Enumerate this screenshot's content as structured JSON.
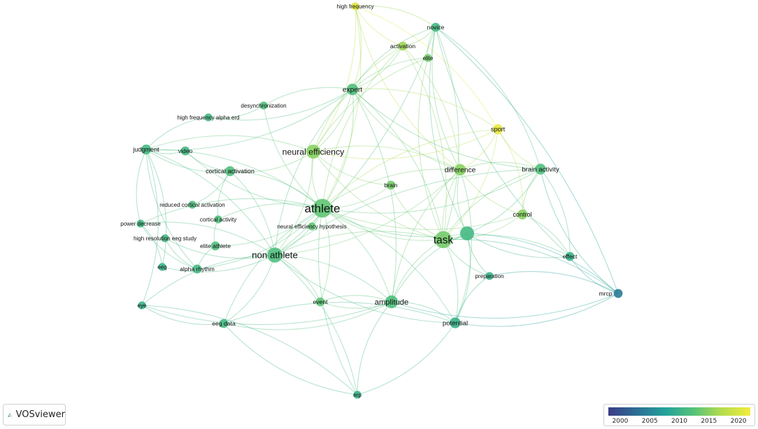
{
  "app": {
    "name": "VOSviewer"
  },
  "nodes": [
    {
      "id": "high-frequency",
      "label": "high frequency",
      "year": 2020.5,
      "weight": 1
    },
    {
      "id": "novice",
      "label": "novice",
      "year": 2011,
      "weight": 1.5
    },
    {
      "id": "activation",
      "label": "activation",
      "year": 2016,
      "weight": 1.5
    },
    {
      "id": "elite",
      "label": "elite",
      "year": 2014,
      "weight": 1
    },
    {
      "id": "expert",
      "label": "expert",
      "year": 2012,
      "weight": 3
    },
    {
      "id": "desynchronization",
      "label": "desynchronization",
      "year": 2012,
      "weight": 1
    },
    {
      "id": "high-frequency-alpha-erd",
      "label": "high frequency alpha erd",
      "year": 2011,
      "weight": 1
    },
    {
      "id": "sport",
      "label": "sport",
      "year": 2021,
      "weight": 2
    },
    {
      "id": "judgment",
      "label": "judgment",
      "year": 2011,
      "weight": 2
    },
    {
      "id": "video",
      "label": "video",
      "year": 2011,
      "weight": 1.5
    },
    {
      "id": "neural-efficiency",
      "label": "neural efficiency",
      "year": 2015,
      "weight": 5
    },
    {
      "id": "difference",
      "label": "difference",
      "year": 2015,
      "weight": 3
    },
    {
      "id": "brain-activity",
      "label": "brain activity",
      "year": 2012,
      "weight": 2.5
    },
    {
      "id": "cortical-activation",
      "label": "cortical activation",
      "year": 2012,
      "weight": 2
    },
    {
      "id": "brain",
      "label": "brain",
      "year": 2014,
      "weight": 1.5
    },
    {
      "id": "athlete",
      "label": "athlete",
      "year": 2013,
      "weight": 10
    },
    {
      "id": "reduced-cortical-activation",
      "label": "reduced cortical activation",
      "year": 2012,
      "weight": 1
    },
    {
      "id": "control",
      "label": "control",
      "year": 2015,
      "weight": 2
    },
    {
      "id": "power-decrease",
      "label": "power decrease",
      "year": 2011,
      "weight": 1
    },
    {
      "id": "cortical-activity",
      "label": "cortical activity",
      "year": 2012,
      "weight": 1
    },
    {
      "id": "neural-efficiency-hypothesis",
      "label": "neural efficiency hypothesis",
      "year": 2013,
      "weight": 1
    },
    {
      "id": "task",
      "label": "task",
      "year": 2014,
      "weight": 8
    },
    {
      "id": "task-hub",
      "label": "",
      "year": 2011,
      "weight": 5
    },
    {
      "id": "high-resolution-eeg-study",
      "label": "high resolution eeg study",
      "year": 2011,
      "weight": 1
    },
    {
      "id": "elite-athlete",
      "label": "elite athlete",
      "year": 2012,
      "weight": 1.5
    },
    {
      "id": "non-athlete",
      "label": "non athlete",
      "year": 2012,
      "weight": 6
    },
    {
      "id": "eeg",
      "label": "eeg",
      "year": 2010,
      "weight": 1
    },
    {
      "id": "alpha-rhythm",
      "label": "alpha rhythm",
      "year": 2011,
      "weight": 1.5
    },
    {
      "id": "effect",
      "label": "effect",
      "year": 2010,
      "weight": 1.5
    },
    {
      "id": "preparation",
      "label": "preparation",
      "year": 2010,
      "weight": 1
    },
    {
      "id": "mrcp",
      "label": "mrcp",
      "year": 2004,
      "weight": 1.5
    },
    {
      "id": "eye",
      "label": "eye",
      "year": 2010,
      "weight": 1
    },
    {
      "id": "event",
      "label": "event",
      "year": 2013,
      "weight": 1.5
    },
    {
      "id": "amplitude",
      "label": "amplitude",
      "year": 2012,
      "weight": 4
    },
    {
      "id": "eeg-data",
      "label": "eeg data",
      "year": 2011,
      "weight": 1.5
    },
    {
      "id": "potential",
      "label": "potential",
      "year": 2010,
      "weight": 2.5
    },
    {
      "id": "erp",
      "label": "erp",
      "year": 2010,
      "weight": 1
    }
  ],
  "links": [
    [
      "athlete",
      "non-athlete"
    ],
    [
      "athlete",
      "task"
    ],
    [
      "athlete",
      "neural-efficiency"
    ],
    [
      "athlete",
      "expert"
    ],
    [
      "athlete",
      "amplitude"
    ],
    [
      "athlete",
      "cortical-activation"
    ],
    [
      "athlete",
      "difference"
    ],
    [
      "athlete",
      "brain"
    ],
    [
      "athlete",
      "event"
    ],
    [
      "athlete",
      "judgment"
    ],
    [
      "athlete",
      "elite-athlete"
    ],
    [
      "athlete",
      "brain-activity"
    ],
    [
      "athlete",
      "sport"
    ],
    [
      "athlete",
      "control"
    ],
    [
      "athlete",
      "potential"
    ],
    [
      "athlete",
      "task-hub"
    ],
    [
      "athlete",
      "activation"
    ],
    [
      "athlete",
      "high-frequency"
    ],
    [
      "athlete",
      "neural-efficiency-hypothesis"
    ],
    [
      "athlete",
      "cortical-activity"
    ],
    [
      "athlete",
      "video"
    ],
    [
      "athlete",
      "eeg-data"
    ],
    [
      "athlete",
      "alpha-rhythm"
    ],
    [
      "athlete",
      "erp"
    ],
    [
      "athlete",
      "desynchronization"
    ],
    [
      "athlete",
      "power-decrease"
    ],
    [
      "non-athlete",
      "task"
    ],
    [
      "non-athlete",
      "neural-efficiency"
    ],
    [
      "non-athlete",
      "amplitude"
    ],
    [
      "non-athlete",
      "judgment"
    ],
    [
      "non-athlete",
      "expert"
    ],
    [
      "non-athlete",
      "cortical-activation"
    ],
    [
      "non-athlete",
      "eeg"
    ],
    [
      "non-athlete",
      "eye"
    ],
    [
      "non-athlete",
      "eeg-data"
    ],
    [
      "non-athlete",
      "potential"
    ],
    [
      "non-athlete",
      "high-resolution-eeg-study"
    ],
    [
      "non-athlete",
      "power-decrease"
    ],
    [
      "non-athlete",
      "brain-activity"
    ],
    [
      "non-athlete",
      "difference"
    ],
    [
      "non-athlete",
      "erp"
    ],
    [
      "non-athlete",
      "novice"
    ],
    [
      "non-athlete",
      "event"
    ],
    [
      "task",
      "task-hub"
    ],
    [
      "task",
      "difference"
    ],
    [
      "task",
      "amplitude"
    ],
    [
      "task",
      "potential"
    ],
    [
      "task",
      "sport"
    ],
    [
      "task",
      "brain-activity"
    ],
    [
      "task",
      "control"
    ],
    [
      "task",
      "effect"
    ],
    [
      "task",
      "preparation"
    ],
    [
      "task",
      "neural-efficiency"
    ],
    [
      "task",
      "expert"
    ],
    [
      "task",
      "brain"
    ],
    [
      "task",
      "novice"
    ],
    [
      "task",
      "elite"
    ],
    [
      "task",
      "activation"
    ],
    [
      "task",
      "mrcp"
    ],
    [
      "task-hub",
      "effect"
    ],
    [
      "task-hub",
      "mrcp"
    ],
    [
      "task-hub",
      "preparation"
    ],
    [
      "task-hub",
      "potential"
    ],
    [
      "task-hub",
      "brain-activity"
    ],
    [
      "task-hub",
      "difference"
    ],
    [
      "task-hub",
      "amplitude"
    ],
    [
      "task-hub",
      "novice"
    ],
    [
      "neural-efficiency",
      "expert"
    ],
    [
      "neural-efficiency",
      "difference"
    ],
    [
      "neural-efficiency",
      "sport"
    ],
    [
      "neural-efficiency",
      "activation"
    ],
    [
      "neural-efficiency",
      "high-frequency"
    ],
    [
      "neural-efficiency",
      "cortical-activation"
    ],
    [
      "neural-efficiency",
      "brain"
    ],
    [
      "neural-efficiency",
      "elite"
    ],
    [
      "neural-efficiency",
      "judgment"
    ],
    [
      "expert",
      "novice"
    ],
    [
      "expert",
      "activation"
    ],
    [
      "expert",
      "elite"
    ],
    [
      "expert",
      "high-frequency"
    ],
    [
      "expert",
      "judgment"
    ],
    [
      "expert",
      "desynchronization"
    ],
    [
      "expert",
      "high-frequency-alpha-erd"
    ],
    [
      "expert",
      "difference"
    ],
    [
      "expert",
      "sport"
    ],
    [
      "expert",
      "brain-activity"
    ],
    [
      "expert",
      "amplitude"
    ],
    [
      "difference",
      "sport"
    ],
    [
      "difference",
      "brain-activity"
    ],
    [
      "difference",
      "control"
    ],
    [
      "difference",
      "novice"
    ],
    [
      "difference",
      "activation"
    ],
    [
      "difference",
      "high-frequency"
    ],
    [
      "difference",
      "amplitude"
    ],
    [
      "difference",
      "potential"
    ],
    [
      "brain-activity",
      "novice"
    ],
    [
      "brain-activity",
      "effect"
    ],
    [
      "brain-activity",
      "control"
    ],
    [
      "brain-activity",
      "sport"
    ],
    [
      "judgment",
      "video"
    ],
    [
      "judgment",
      "high-frequency-alpha-erd"
    ],
    [
      "judgment",
      "power-decrease"
    ],
    [
      "judgment",
      "eye"
    ],
    [
      "judgment",
      "cortical-activation"
    ],
    [
      "judgment",
      "eeg"
    ],
    [
      "judgment",
      "alpha-rhythm"
    ],
    [
      "amplitude",
      "potential"
    ],
    [
      "amplitude",
      "erp"
    ],
    [
      "amplitude",
      "eeg-data"
    ],
    [
      "amplitude",
      "event"
    ],
    [
      "potential",
      "preparation"
    ],
    [
      "potential",
      "mrcp"
    ],
    [
      "potential",
      "erp"
    ],
    [
      "potential",
      "eeg-data"
    ],
    [
      "mrcp",
      "effect"
    ],
    [
      "mrcp",
      "preparation"
    ],
    [
      "mrcp",
      "brain-activity"
    ],
    [
      "mrcp",
      "novice"
    ],
    [
      "mrcp",
      "amplitude"
    ],
    [
      "eye",
      "eeg-data"
    ],
    [
      "eye",
      "erp"
    ],
    [
      "eye",
      "amplitude"
    ],
    [
      "power-decrease",
      "eeg"
    ],
    [
      "power-decrease",
      "alpha-rhythm"
    ],
    [
      "high-frequency",
      "novice"
    ],
    [
      "high-frequency",
      "activation"
    ],
    [
      "high-frequency",
      "sport"
    ],
    [
      "novice",
      "elite"
    ],
    [
      "novice",
      "activation"
    ],
    [
      "novice",
      "effect"
    ],
    [
      "cortical-activation",
      "reduced-cortical-activation"
    ],
    [
      "cortical-activation",
      "cortical-activity"
    ],
    [
      "cortical-activation",
      "video"
    ],
    [
      "elite-athlete",
      "alpha-rhythm"
    ],
    [
      "elite-athlete",
      "cortical-activity"
    ],
    [
      "high-resolution-eeg-study",
      "alpha-rhythm"
    ],
    [
      "desynchronization",
      "high-frequency-alpha-erd"
    ],
    [
      "event",
      "amplitude"
    ],
    [
      "erp",
      "eeg-data"
    ],
    [
      "control",
      "sport"
    ],
    [
      "control",
      "effect"
    ]
  ],
  "legend": {
    "min_year": 1998,
    "max_year": 2022,
    "ticks": [
      "2000",
      "2005",
      "2010",
      "2015",
      "2020"
    ],
    "gradient": [
      "#3b3c86",
      "#2c6e95",
      "#23a29a",
      "#55c27a",
      "#b4dd4c",
      "#f2ec3d"
    ]
  }
}
